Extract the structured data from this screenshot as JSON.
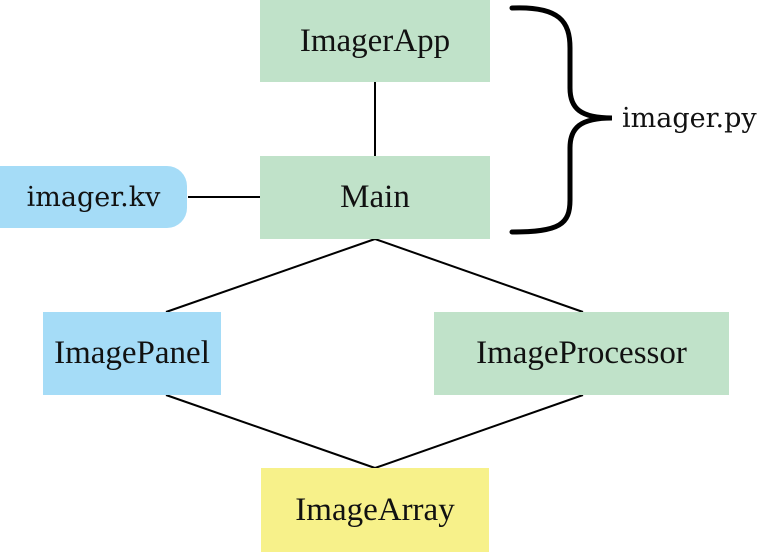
{
  "nodes": {
    "imager_app": {
      "label": "ImagerApp"
    },
    "main": {
      "label": "Main"
    },
    "imager_kv": {
      "label": "imager.kv"
    },
    "image_panel": {
      "label": "ImagePanel"
    },
    "image_processor": {
      "label": "ImageProcessor"
    },
    "image_array": {
      "label": "ImageArray"
    }
  },
  "brace_label": "imager.py",
  "colors": {
    "py_class": "#c0e2c9",
    "kv_or_widget": "#a5dcf7",
    "data": "#f7f18a"
  },
  "edges": [
    [
      "imager_app",
      "main"
    ],
    [
      "imager_kv",
      "main"
    ],
    [
      "main",
      "image_panel"
    ],
    [
      "main",
      "image_processor"
    ],
    [
      "image_panel",
      "image_array"
    ],
    [
      "image_processor",
      "image_array"
    ]
  ]
}
